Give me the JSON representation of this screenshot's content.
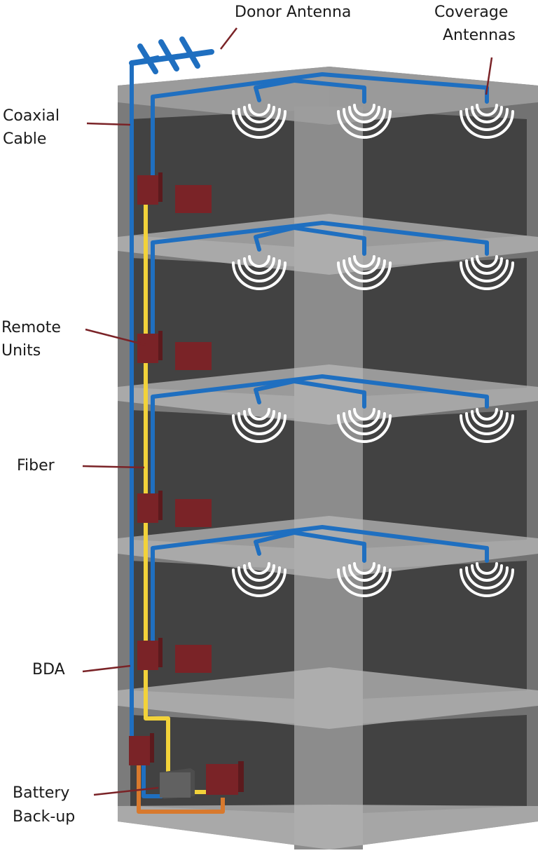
{
  "labels": {
    "donor_antenna": "Donor Antenna",
    "coverage_line1": "Coverage",
    "coverage_line2": "Antennas",
    "coaxial_line1": "Coaxial",
    "coaxial_line2": "Cable",
    "remote_line1": "Remote",
    "remote_line2": "Units",
    "fiber": "Fiber",
    "bda": "BDA",
    "battery_line1": "Battery",
    "battery_line2": "Back-up"
  },
  "colors": {
    "coax": "#1f6fc0",
    "fiber": "#f2d23a",
    "power": "#d8792d",
    "unit": "#7a2327",
    "battery": "#5d5d5d",
    "wall_dark": "#424242",
    "wall_light": "#7d7d7d",
    "floor_slab": "#a7a7a7",
    "leader": "#7a2327",
    "antenna_waves": "#ffffff"
  },
  "icons": {
    "donor_antenna": "yagi-antenna-icon",
    "coverage_antenna": "wifi-waves-icon",
    "remote_unit": "box-icon",
    "battery": "battery-box-icon"
  }
}
